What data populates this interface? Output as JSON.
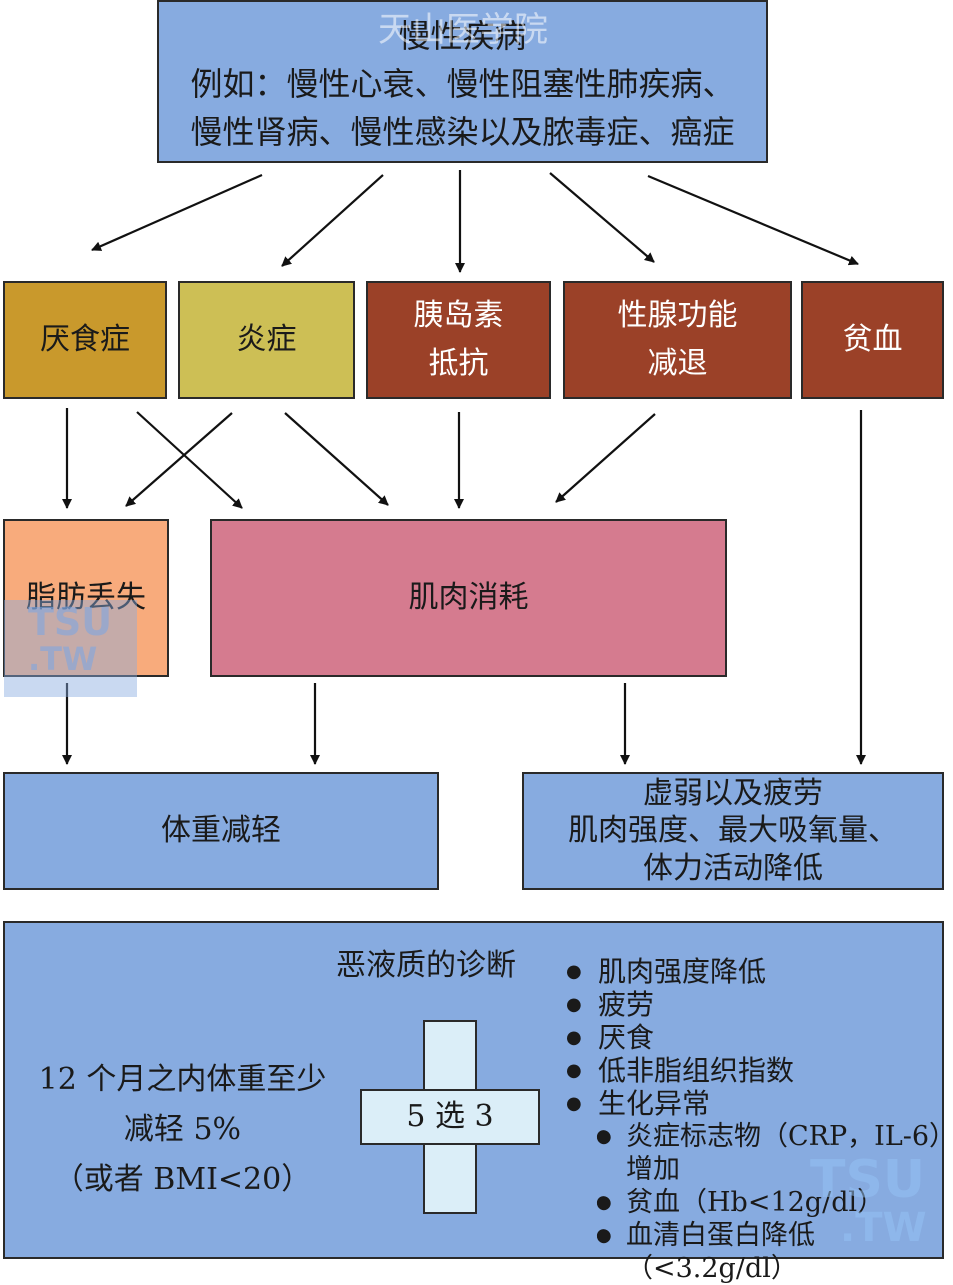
{
  "top": {
    "title": "慢性疾病",
    "line1": "例如：慢性心衰、慢性阻塞性肺疾病、",
    "line2": "慢性肾病、慢性感染以及脓毒症、癌症"
  },
  "factors": [
    {
      "label": "厌食症",
      "color": "#c9992c"
    },
    {
      "label": "炎症",
      "color": "#cdbf55"
    },
    {
      "label_line1": "胰岛素",
      "label_line2": "抵抗",
      "color": "#9b4128"
    },
    {
      "label_line1": "性腺功能",
      "label_line2": "减退",
      "color": "#9b4128"
    },
    {
      "label": "贫血",
      "color": "#9b4128"
    }
  ],
  "mid": {
    "fat_loss": "脂肪丢失",
    "muscle_loss": "肌肉消耗"
  },
  "outcomes": {
    "weight_loss": "体重减轻",
    "weakness_line1": "虚弱以及疲劳",
    "weakness_line2": "肌肉强度、最大吸氧量、",
    "weakness_line3": "体力活动降低"
  },
  "diagnosis": {
    "title": "恶液质的诊断",
    "weight_line1": "12 个月之内体重至少",
    "weight_line2": "减轻 5%",
    "weight_line3": "（或者 BMI<20）",
    "criteria_rule": "5 选 3",
    "criteria": [
      "肌肉强度降低",
      "疲劳",
      "厌食",
      "低非脂组织指数",
      "生化异常"
    ],
    "sub_criteria": {
      "inflammation_line1": "炎症标志物（CRP，IL-6）",
      "inflammation_line2": "增加",
      "anemia": "贫血（Hb<12g/dl）",
      "albumin": "血清白蛋白降低（<3.2g/dl）"
    }
  },
  "watermarks": {
    "top": "天山医学院",
    "logo1": "TSU",
    "logo2": ".TW"
  }
}
